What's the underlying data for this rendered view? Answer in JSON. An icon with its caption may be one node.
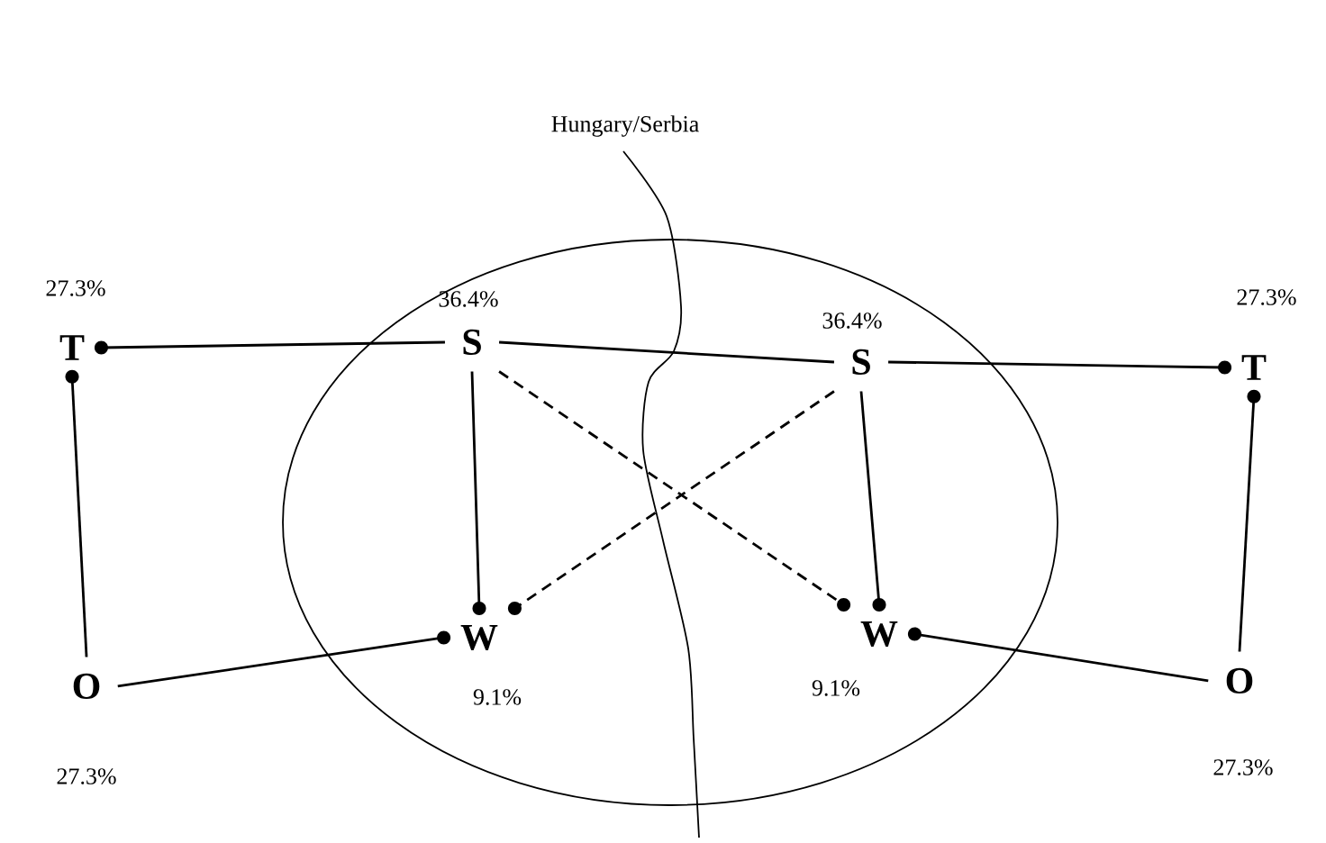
{
  "diagram": {
    "nodes": [
      {
        "text": [],
        "shape": "circle"
      },
      {
        "text": [
          "T"
        ],
        "beside": [
          "27.3%"
        ]
      },
      {
        "text": [
          "S"
        ],
        "beside": [
          "36.4%"
        ],
        "in": 0
      },
      {
        "text": [
          "S"
        ],
        "beside": [
          "36.4%"
        ],
        "in": 0
      },
      {
        "text": [
          "T"
        ],
        "beside": [
          "27.3%"
        ]
      },
      {
        "text": [
          "O"
        ],
        "beside": [
          "27.3%"
        ]
      },
      {
        "text": [
          "W"
        ],
        "beside": [
          "9.1%"
        ],
        "in": 0
      },
      {
        "text": [
          "W"
        ],
        "beside": [
          "9.1%"
        ],
        "in": 0
      },
      {
        "text": [
          "O"
        ],
        "beside": [
          "27.3%"
        ]
      }
    ],
    "edges": [
      {
        "from": 2,
        "to": 1,
        "arrow": "other"
      },
      {
        "from": 2,
        "to": 3,
        "arrow": "none"
      },
      {
        "from": 3,
        "to": 4,
        "arrow": "other"
      },
      {
        "from": 5,
        "to": 1,
        "arrow": "other"
      },
      {
        "from": 2,
        "to": 6,
        "arrow": "other"
      },
      {
        "from": 2,
        "to": 7,
        "arrow": "other",
        "style": "dashed"
      },
      {
        "from": 3,
        "to": 6,
        "arrow": "other",
        "style": "dashed"
      },
      {
        "from": 3,
        "to": 7,
        "arrow": "other"
      },
      {
        "from": 8,
        "to": 4,
        "arrow": "other"
      },
      {
        "from": 5,
        "to": 6,
        "arrow": "other"
      },
      {
        "from": 8,
        "to": 7,
        "arrow": "other"
      }
    ],
    "labels": [
      "Hungary/Serbia"
    ]
  }
}
